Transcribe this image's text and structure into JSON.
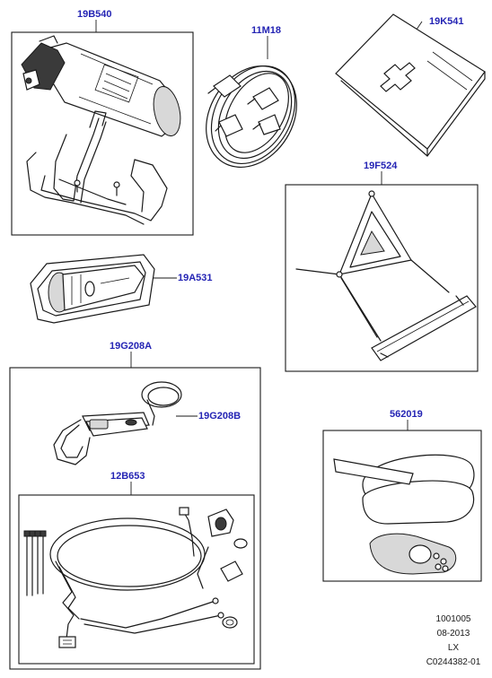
{
  "parts": {
    "fire_extinguisher": {
      "code": "19B540"
    },
    "booster_cables": {
      "code": "11M18"
    },
    "first_aid_kit": {
      "code": "19K541"
    },
    "warning_triangle": {
      "code": "19F524"
    },
    "torch": {
      "code": "19A531"
    },
    "phone_kit": {
      "code": "19G208A"
    },
    "phone_handset": {
      "code": "19G208B"
    },
    "wiring_harness": {
      "code": "12B653"
    },
    "key_pouch": {
      "code": "562019"
    }
  },
  "footer": {
    "ref": "1001005",
    "date": "08-2013",
    "model": "LX",
    "drawing": "C0244382-01"
  }
}
